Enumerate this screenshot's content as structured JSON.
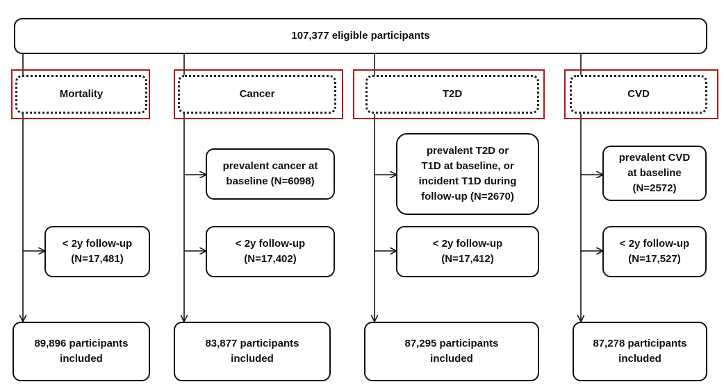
{
  "top_box": "107,377 eligible participants",
  "outcomes": [
    {
      "name": "Mortality",
      "exclusions": [
        "< 2y follow-up\n(N=17,481)"
      ],
      "included": "89,896 participants\nincluded"
    },
    {
      "name": "Cancer",
      "exclusions": [
        "prevalent cancer at\nbaseline (N=6098)",
        "< 2y follow-up\n(N=17,402)"
      ],
      "included": "83,877 participants\nincluded"
    },
    {
      "name": "T2D",
      "exclusions": [
        "prevalent T2D or\nT1D at baseline, or\nincident T1D during\nfollow-up (N=2670)",
        "< 2y follow-up\n(N=17,412)"
      ],
      "included": "87,295 participants\nincluded"
    },
    {
      "name": "CVD",
      "exclusions": [
        "prevalent CVD\nat baseline\n(N=2572)",
        "< 2y follow-up\n(N=17,527)"
      ],
      "included": "87,278 participants\nincluded"
    }
  ],
  "colors": {
    "highlight_frame": "#b01b1b",
    "line": "#111111"
  }
}
